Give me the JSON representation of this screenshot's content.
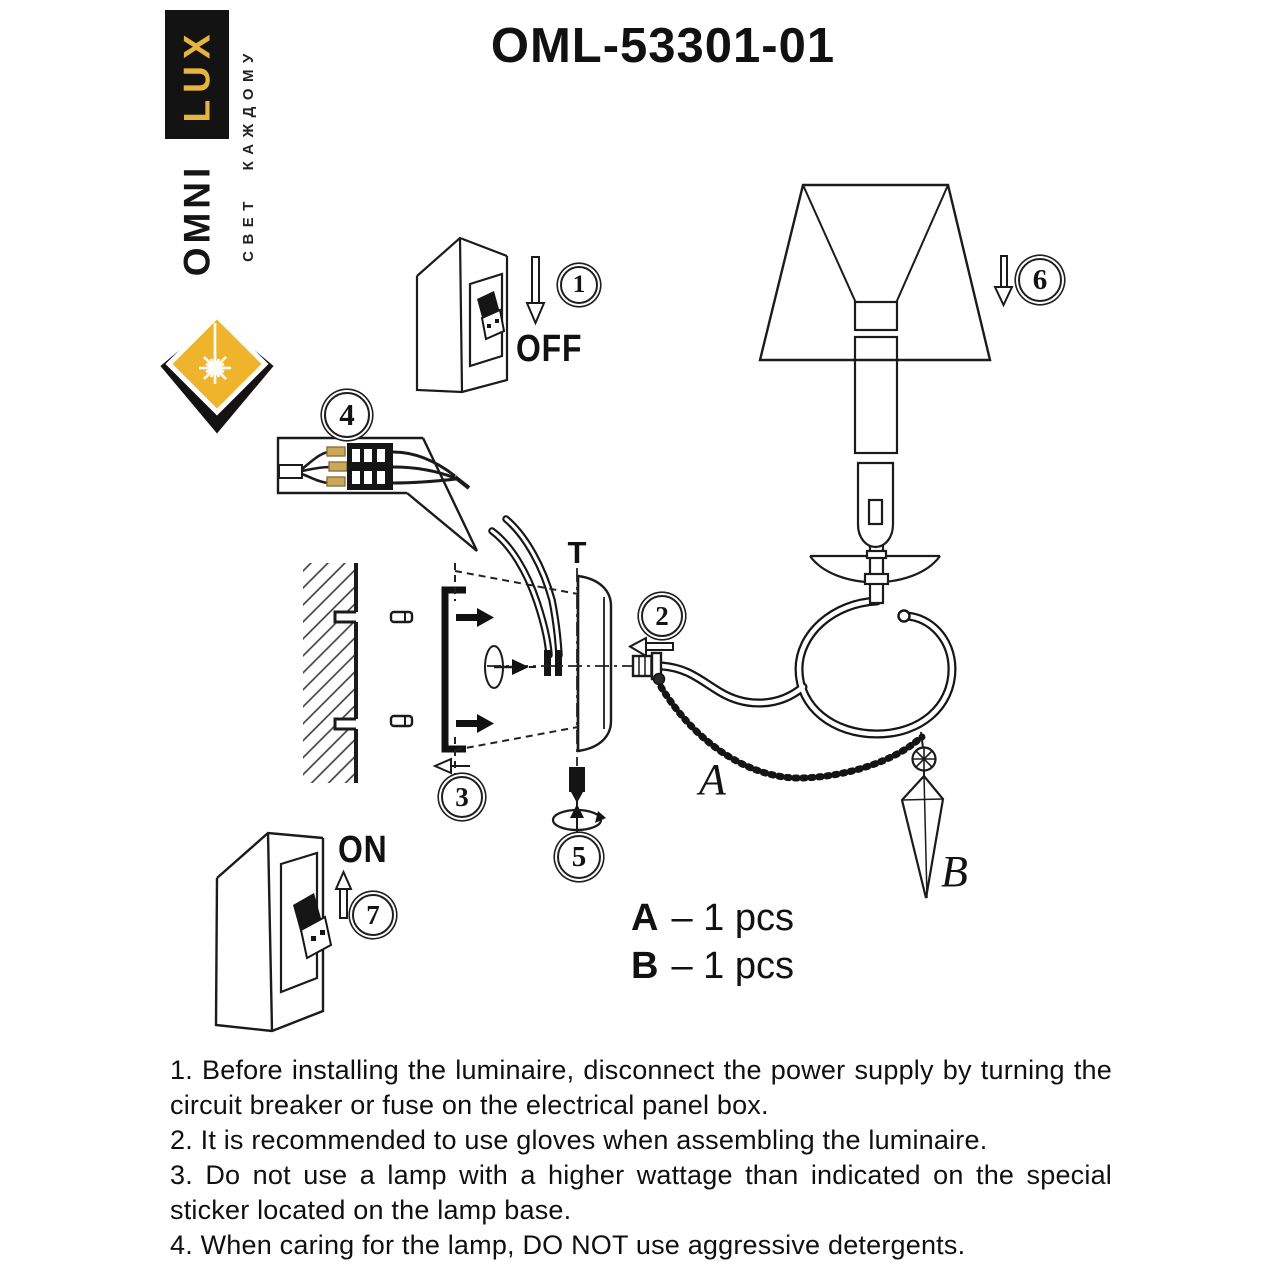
{
  "title": "OML-53301-01",
  "logo": {
    "brand_top": "LUX",
    "brand_bottom": "OMNI",
    "tagline": "СВЕТ КАЖДОМУ"
  },
  "switch_labels": {
    "off": "OFF",
    "on": "ON"
  },
  "diagram_labels": {
    "axis": "T",
    "part_a": "A",
    "part_b": "B"
  },
  "steps": [
    "1",
    "2",
    "3",
    "4",
    "5",
    "6",
    "7"
  ],
  "parts": [
    {
      "label": "A",
      "qty": "– 1 pcs"
    },
    {
      "label": "B",
      "qty": "– 1 pcs"
    }
  ],
  "instructions": [
    "1. Before installing the luminaire, disconnect the power supply by turning the circuit breaker or fuse on the electrical panel box.",
    "2. It is recommended to use gloves when assembling the luminaire.",
    "3. Do not use a lamp with a higher wattage than indicated on the special sticker located on the lamp base.",
    "4. When caring for the lamp, DO NOT use aggressive detergents."
  ],
  "colors": {
    "brand_yellow": "#EFB42C",
    "ink": "#1A1A1A",
    "wire_ferrule": "#C9A85C"
  }
}
